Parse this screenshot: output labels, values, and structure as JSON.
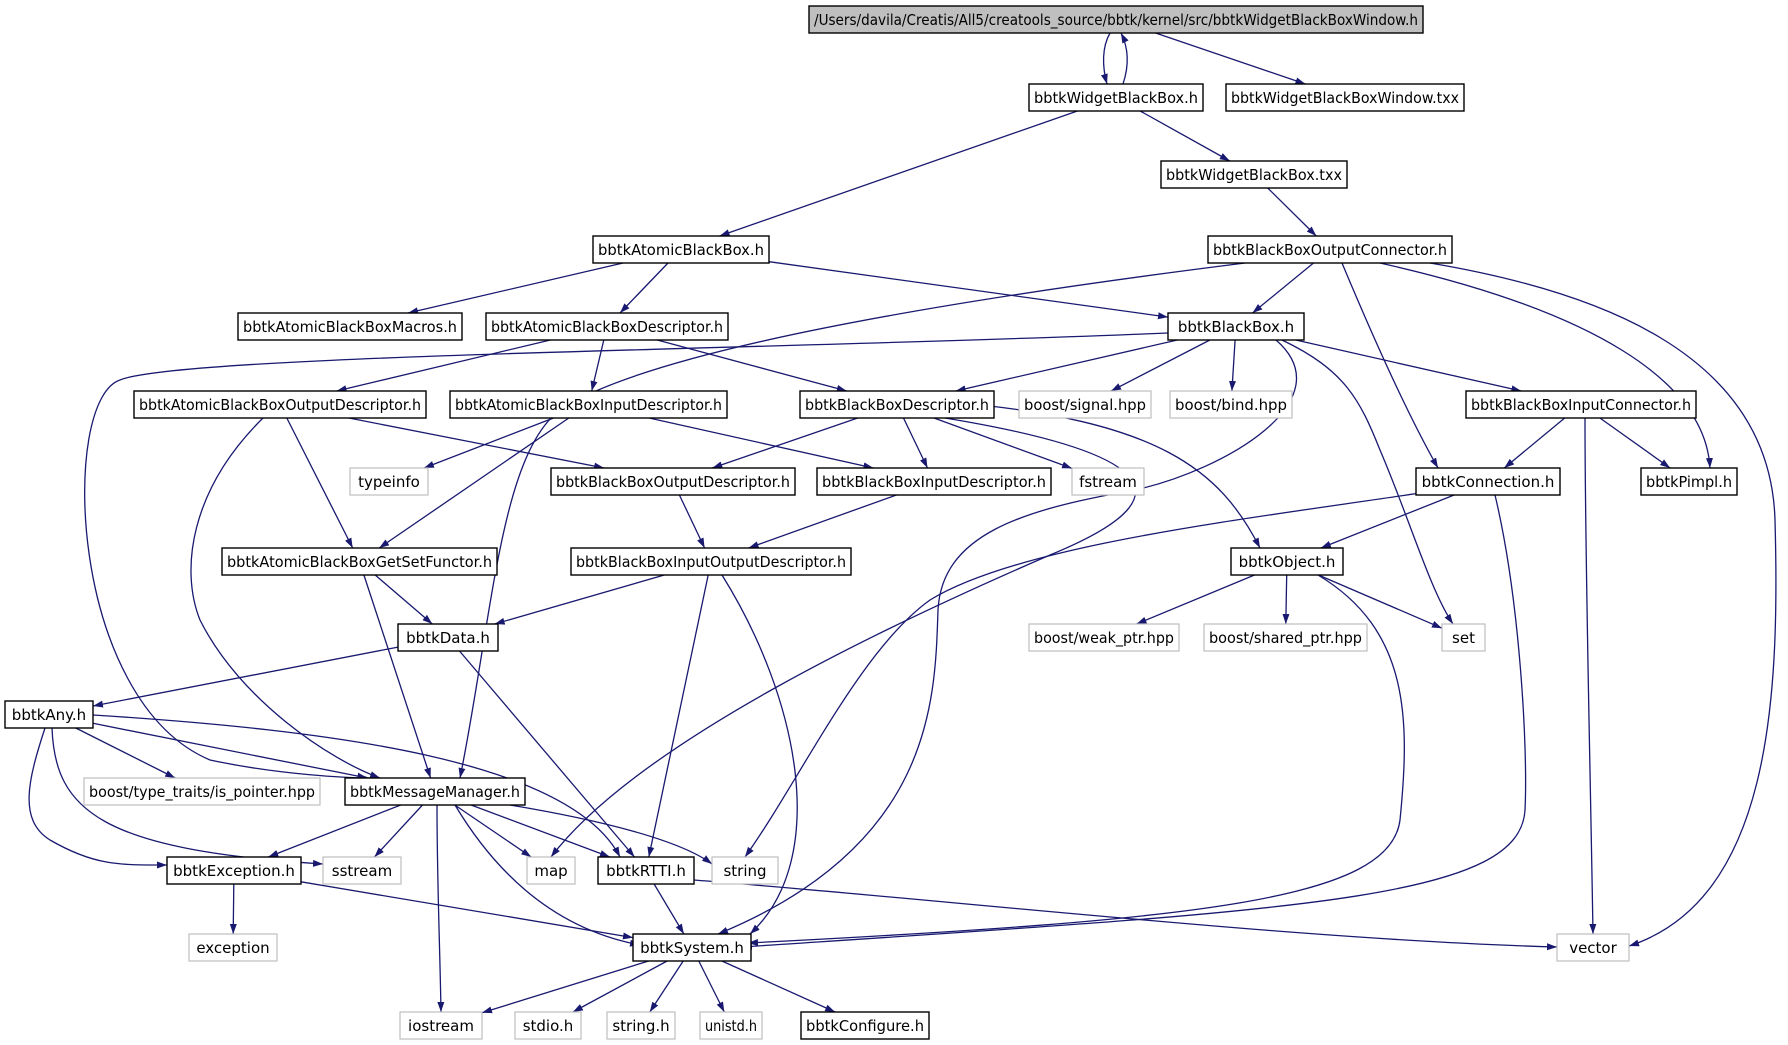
{
  "diagram": {
    "type": "include-dependency-graph",
    "colors": {
      "edge": "#191970",
      "root_fill": "#bfbfbf",
      "node_border": "#000000",
      "external_border": "#bfbfbf"
    },
    "nodes": [
      {
        "id": "root",
        "label": "/Users/davila/Creatis/All5/creatools_source/bbtk/kernel/src/bbtkWidgetBlackBoxWindow.h",
        "kind": "root"
      },
      {
        "id": "wbb_h",
        "label": "bbtkWidgetBlackBox.h",
        "kind": "internal"
      },
      {
        "id": "wbbw_txx",
        "label": "bbtkWidgetBlackBoxWindow.txx",
        "kind": "internal"
      },
      {
        "id": "wbb_txx",
        "label": "bbtkWidgetBlackBox.txx",
        "kind": "internal"
      },
      {
        "id": "abb",
        "label": "bbtkAtomicBlackBox.h",
        "kind": "internal"
      },
      {
        "id": "bboc",
        "label": "bbtkBlackBoxOutputConnector.h",
        "kind": "internal"
      },
      {
        "id": "abbm",
        "label": "bbtkAtomicBlackBoxMacros.h",
        "kind": "internal"
      },
      {
        "id": "abbd",
        "label": "bbtkAtomicBlackBoxDescriptor.h",
        "kind": "internal"
      },
      {
        "id": "bb",
        "label": "bbtkBlackBox.h",
        "kind": "internal"
      },
      {
        "id": "abbod",
        "label": "bbtkAtomicBlackBoxOutputDescriptor.h",
        "kind": "internal"
      },
      {
        "id": "abbid",
        "label": "bbtkAtomicBlackBoxInputDescriptor.h",
        "kind": "internal"
      },
      {
        "id": "bbd",
        "label": "bbtkBlackBoxDescriptor.h",
        "kind": "internal"
      },
      {
        "id": "signal",
        "label": "boost/signal.hpp",
        "kind": "external"
      },
      {
        "id": "bind",
        "label": "boost/bind.hpp",
        "kind": "external"
      },
      {
        "id": "bbic",
        "label": "bbtkBlackBoxInputConnector.h",
        "kind": "internal"
      },
      {
        "id": "typeinfo",
        "label": "typeinfo",
        "kind": "external"
      },
      {
        "id": "bbod",
        "label": "bbtkBlackBoxOutputDescriptor.h",
        "kind": "internal"
      },
      {
        "id": "bbid",
        "label": "bbtkBlackBoxInputDescriptor.h",
        "kind": "internal"
      },
      {
        "id": "fstream",
        "label": "fstream",
        "kind": "external"
      },
      {
        "id": "conn",
        "label": "bbtkConnection.h",
        "kind": "internal"
      },
      {
        "id": "pimpl",
        "label": "bbtkPimpl.h",
        "kind": "internal"
      },
      {
        "id": "abbgs",
        "label": "bbtkAtomicBlackBoxGetSetFunctor.h",
        "kind": "internal"
      },
      {
        "id": "bbiod",
        "label": "bbtkBlackBoxInputOutputDescriptor.h",
        "kind": "internal"
      },
      {
        "id": "obj",
        "label": "bbtkObject.h",
        "kind": "internal"
      },
      {
        "id": "data",
        "label": "bbtkData.h",
        "kind": "internal"
      },
      {
        "id": "weak",
        "label": "boost/weak_ptr.hpp",
        "kind": "external"
      },
      {
        "id": "shared",
        "label": "boost/shared_ptr.hpp",
        "kind": "external"
      },
      {
        "id": "set",
        "label": "set",
        "kind": "external"
      },
      {
        "id": "any",
        "label": "bbtkAny.h",
        "kind": "internal"
      },
      {
        "id": "ispointer",
        "label": "boost/type_traits/is_pointer.hpp",
        "kind": "external"
      },
      {
        "id": "msg",
        "label": "bbtkMessageManager.h",
        "kind": "internal"
      },
      {
        "id": "exc",
        "label": "bbtkException.h",
        "kind": "internal"
      },
      {
        "id": "sstream",
        "label": "sstream",
        "kind": "external"
      },
      {
        "id": "map",
        "label": "map",
        "kind": "external"
      },
      {
        "id": "rtti",
        "label": "bbtkRTTI.h",
        "kind": "internal"
      },
      {
        "id": "string",
        "label": "string",
        "kind": "external"
      },
      {
        "id": "exception",
        "label": "exception",
        "kind": "external"
      },
      {
        "id": "sys",
        "label": "bbtkSystem.h",
        "kind": "internal"
      },
      {
        "id": "vector",
        "label": "vector",
        "kind": "external"
      },
      {
        "id": "iostream",
        "label": "iostream",
        "kind": "external"
      },
      {
        "id": "stdio",
        "label": "stdio.h",
        "kind": "external"
      },
      {
        "id": "stringh",
        "label": "string.h",
        "kind": "external"
      },
      {
        "id": "unistd",
        "label": "unistd.h",
        "kind": "external"
      },
      {
        "id": "config",
        "label": "bbtkConfigure.h",
        "kind": "internal"
      }
    ],
    "edges": [
      [
        "root",
        "wbb_h"
      ],
      [
        "root",
        "wbbw_txx"
      ],
      [
        "wbb_h",
        "root"
      ],
      [
        "wbb_h",
        "abb"
      ],
      [
        "wbb_h",
        "wbb_txx"
      ],
      [
        "wbb_txx",
        "bboc"
      ],
      [
        "abb",
        "abbm"
      ],
      [
        "abb",
        "abbd"
      ],
      [
        "abb",
        "bb"
      ],
      [
        "bboc",
        "bb"
      ],
      [
        "bboc",
        "msg"
      ],
      [
        "bboc",
        "conn"
      ],
      [
        "bboc",
        "pimpl"
      ],
      [
        "bboc",
        "vector"
      ],
      [
        "abbd",
        "abbod"
      ],
      [
        "abbd",
        "abbid"
      ],
      [
        "abbd",
        "bbd"
      ],
      [
        "bb",
        "bbd"
      ],
      [
        "bb",
        "signal"
      ],
      [
        "bb",
        "bind"
      ],
      [
        "bb",
        "bbic"
      ],
      [
        "bb",
        "set"
      ],
      [
        "bb",
        "sys"
      ],
      [
        "bb",
        "msg"
      ],
      [
        "abbod",
        "bbod"
      ],
      [
        "abbod",
        "abbgs"
      ],
      [
        "abbod",
        "msg"
      ],
      [
        "abbid",
        "typeinfo"
      ],
      [
        "abbid",
        "bbid"
      ],
      [
        "abbid",
        "abbgs"
      ],
      [
        "bbd",
        "bbod"
      ],
      [
        "bbd",
        "bbid"
      ],
      [
        "bbd",
        "fstream"
      ],
      [
        "bbd",
        "obj"
      ],
      [
        "bbd",
        "map"
      ],
      [
        "bbic",
        "conn"
      ],
      [
        "bbic",
        "pimpl"
      ],
      [
        "bbic",
        "vector"
      ],
      [
        "conn",
        "obj"
      ],
      [
        "conn",
        "string"
      ],
      [
        "conn",
        "sys"
      ],
      [
        "bbod",
        "bbiod"
      ],
      [
        "bbid",
        "bbiod"
      ],
      [
        "abbgs",
        "data"
      ],
      [
        "abbgs",
        "msg"
      ],
      [
        "bbiod",
        "data"
      ],
      [
        "bbiod",
        "rtti"
      ],
      [
        "bbiod",
        "sys"
      ],
      [
        "obj",
        "weak"
      ],
      [
        "obj",
        "shared"
      ],
      [
        "obj",
        "set"
      ],
      [
        "obj",
        "sys"
      ],
      [
        "data",
        "any"
      ],
      [
        "data",
        "rtti"
      ],
      [
        "any",
        "ispointer"
      ],
      [
        "any",
        "msg"
      ],
      [
        "any",
        "rtti"
      ],
      [
        "any",
        "exc"
      ],
      [
        "any",
        "sstream"
      ],
      [
        "msg",
        "exc"
      ],
      [
        "msg",
        "sstream"
      ],
      [
        "msg",
        "map"
      ],
      [
        "msg",
        "rtti"
      ],
      [
        "msg",
        "string"
      ],
      [
        "msg",
        "sys"
      ],
      [
        "msg",
        "iostream"
      ],
      [
        "exc",
        "exception"
      ],
      [
        "exc",
        "sys"
      ],
      [
        "rtti",
        "sys"
      ],
      [
        "rtti",
        "vector"
      ],
      [
        "sys",
        "iostream"
      ],
      [
        "sys",
        "stdio"
      ],
      [
        "sys",
        "stringh"
      ],
      [
        "sys",
        "unistd"
      ],
      [
        "sys",
        "config"
      ]
    ]
  }
}
